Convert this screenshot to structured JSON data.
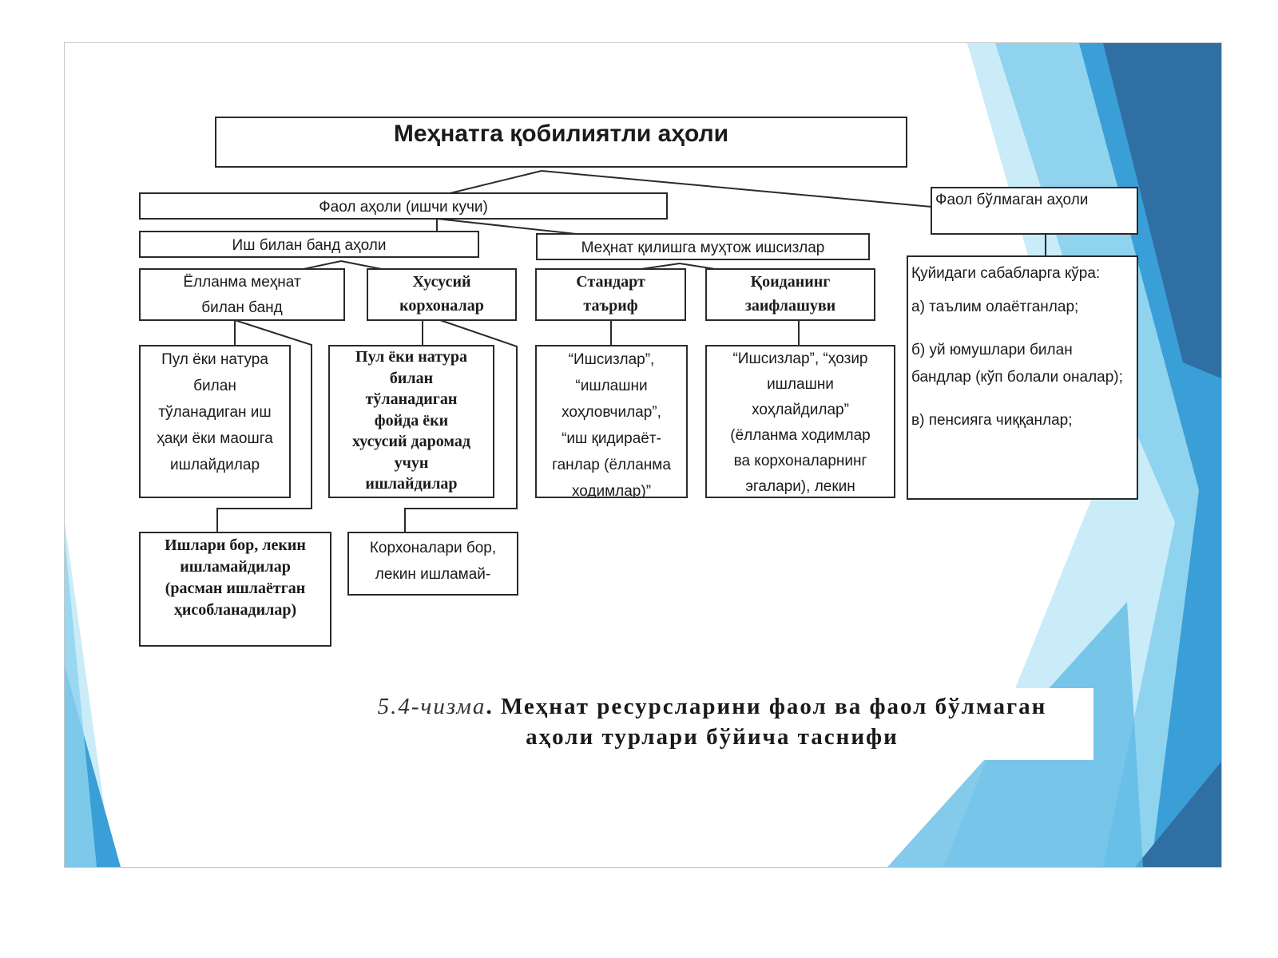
{
  "diagram": {
    "title": "Меҳнатга қобилиятли аҳоли",
    "active": "Фаол аҳоли (ишчи кучи)",
    "inactive": "Фаол бўлмаган аҳоли",
    "employed": "Иш билан банд аҳоли",
    "unemployed": "Меҳнат қилишга муҳтож ишсизлар",
    "hired": "Ёлланма меҳнат\nбилан банд",
    "private": "Хусусий\nкорхоналар",
    "standard": "Стандарт\nтаъриф",
    "relaxed": "Қоиданинг\nзаифлашуви",
    "paid_work": "Пул ёки натура\nбилан\nтўланадиган иш\nҳақи ёки маошга\nишлайдилар",
    "paid_profit": "Пул ёки натура\nбилан\nтўланадиган\nфойда ёки\nхусусий даромад\nучун\nишлайдилар",
    "unemployed_std": "“Ишсизлар”,\n“ишлашни\nхоҳловчилар”,\n“иш қидираёт-\nганлар (ёлланма\nходимлар)”",
    "unemployed_relaxed": "“Ишсизлар”, “ҳозир\nишлашни\nхоҳлайдилар”\n(ёлланма ходимлар\nва корхоналарнинг\nэгалари), лекин",
    "have_jobs": "Ишлари бор, лекин\nишламайдилар\n(расман ишлаётган\nҳисобланадилар)",
    "have_business": "Корхоналари бор,\nлекин ишламай-",
    "reasons_head": "Қуйидаги сабабларга кўра:",
    "reason_a": "а) таълим олаётганлар;",
    "reason_b": "б) уй юмушлари билан бандлар (кўп болали оналар);",
    "reason_c": "в) пенсияга чиққанлар;"
  },
  "caption": {
    "number": "5.4-чизма",
    "text_line1": "Меҳнат ресурсларини фаол ва фаол бўлмаган",
    "text_line2": "аҳоли турлари бўйича таснифи"
  },
  "colors": {
    "accent_dark": "#2f6fa3",
    "accent_mid": "#3a9fd6",
    "accent_light": "#8fd3ef",
    "accent_pale": "#c9ecf8"
  }
}
